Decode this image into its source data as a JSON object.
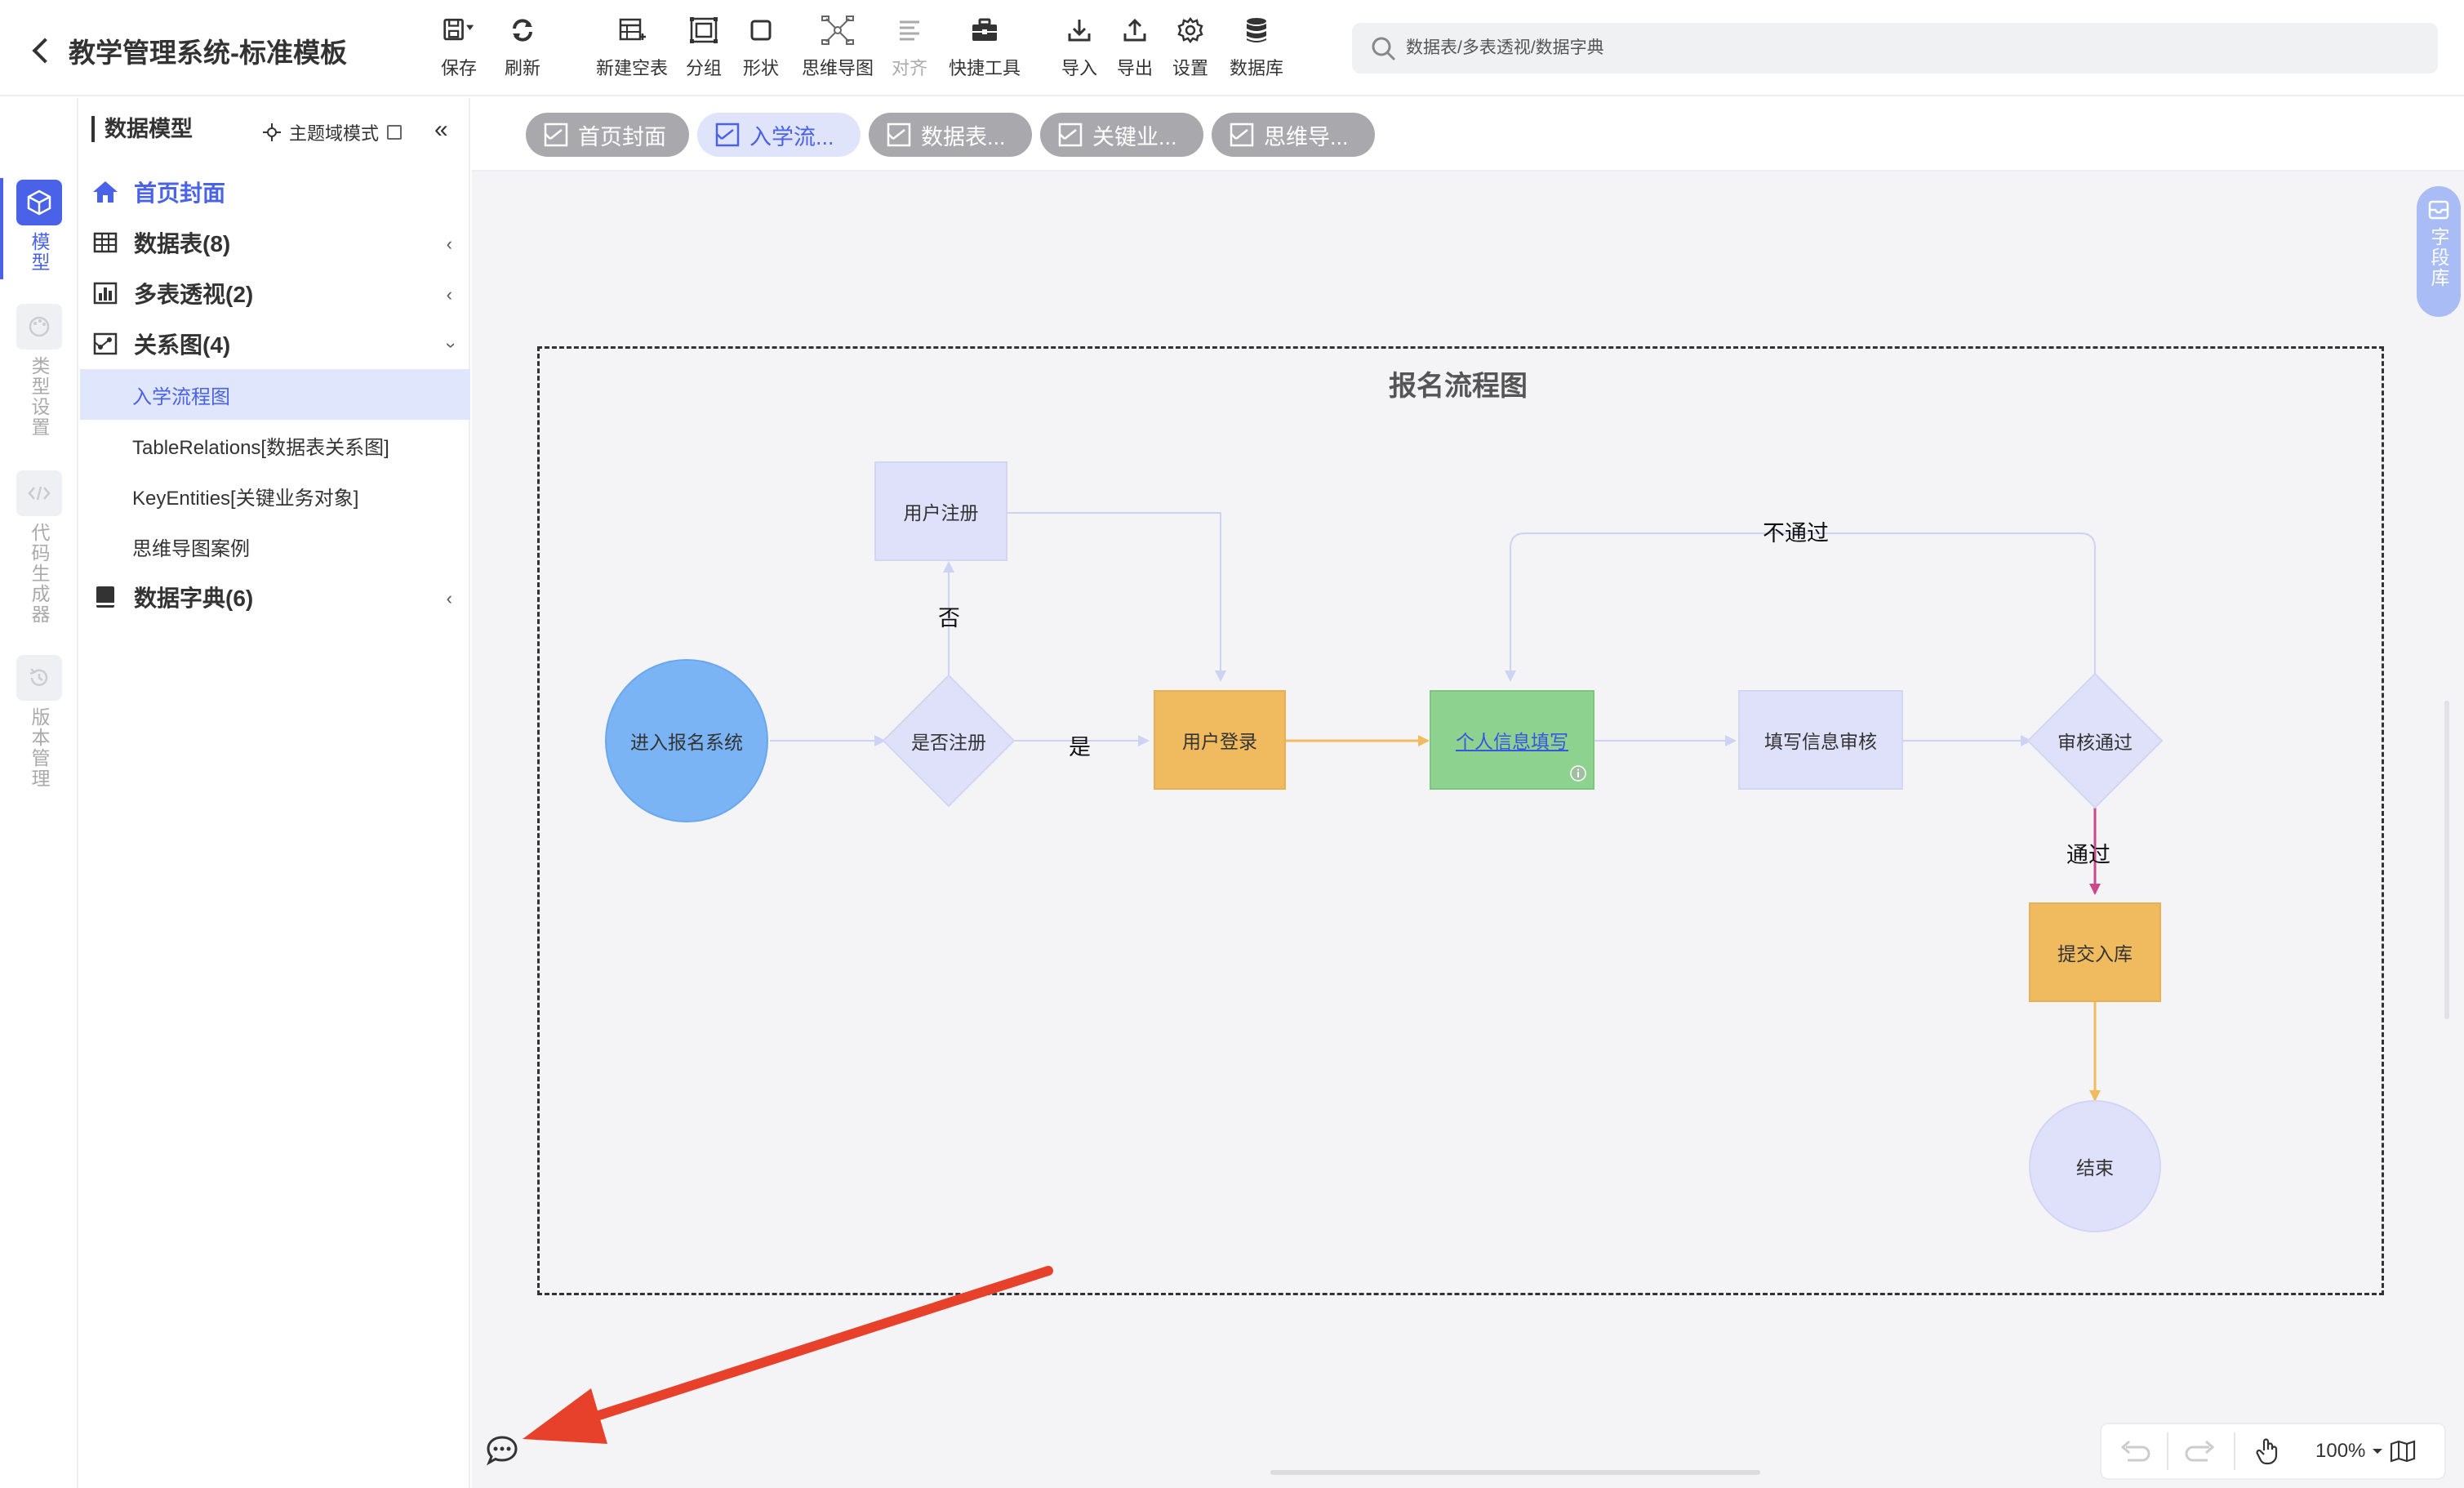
{
  "header": {
    "back_icon": "chevron-left-icon",
    "title": "教学管理系统-标准模板",
    "tools": [
      {
        "name": "save",
        "label": "保存",
        "icon": "save-icon"
      },
      {
        "name": "refresh",
        "label": "刷新",
        "icon": "refresh-icon"
      },
      {
        "name": "new-table",
        "label": "新建空表",
        "icon": "table-add-icon"
      },
      {
        "name": "group",
        "label": "分组",
        "icon": "group-icon"
      },
      {
        "name": "shape",
        "label": "形状",
        "icon": "square-icon"
      },
      {
        "name": "mindmap",
        "label": "思维导图",
        "icon": "mindmap-icon"
      },
      {
        "name": "align",
        "label": "对齐",
        "icon": "align-icon",
        "disabled": true
      },
      {
        "name": "quick-tools",
        "label": "快捷工具",
        "icon": "toolbox-icon"
      },
      {
        "name": "import",
        "label": "导入",
        "icon": "download-icon"
      },
      {
        "name": "export",
        "label": "导出",
        "icon": "upload-icon"
      },
      {
        "name": "settings",
        "label": "设置",
        "icon": "gear-icon"
      },
      {
        "name": "database",
        "label": "数据库",
        "icon": "database-icon"
      }
    ],
    "search_placeholder": "数据表/多表透视/数据字典"
  },
  "rail": {
    "items": [
      {
        "label": "模型",
        "icon": "cube-icon",
        "active": true
      },
      {
        "label": "类型设置",
        "icon": "palette-icon"
      },
      {
        "label": "代码生成器",
        "icon": "code-icon"
      },
      {
        "label": "版本管理",
        "icon": "history-icon"
      }
    ]
  },
  "sidebar": {
    "title": "数据模型",
    "mode_label": "主题域模式",
    "collapse_icon": "double-chevron-left-icon",
    "tree": {
      "home": "首页封面",
      "tables": "数据表(8)",
      "pivot": "多表透视(2)",
      "relations": "关系图(4)",
      "relation_children": [
        "入学流程图",
        "TableRelations[数据表关系图]",
        "KeyEntities[关键业务对象]",
        "思维导图案例"
      ],
      "dictionary": "数据字典(6)"
    }
  },
  "tabs": [
    "首页封面",
    "入学流...",
    "数据表...",
    "关键业...",
    "思维导..."
  ],
  "diagram": {
    "title": "报名流程图",
    "nodes": {
      "start": "进入报名系统",
      "is_registered": "是否注册",
      "register": "用户注册",
      "login": "用户登录",
      "fill_info": "个人信息填写",
      "review_info": "填写信息审核",
      "review_pass": "审核通过",
      "submit": "提交入库",
      "end": "结束"
    },
    "edge_labels": {
      "yes": "是",
      "no": "否",
      "fail": "不通过",
      "pass": "通过"
    },
    "colors": {
      "start": "#7ab4f5",
      "process": "#dfe1fb",
      "login": "#efbb5e",
      "fill": "#8ed28f",
      "edge_default": "#cdd3f3",
      "edge_orange": "#efbb5e",
      "edge_pink": "#c94a8c"
    }
  },
  "field_library": {
    "label": "字段库",
    "icon": "field-library-icon"
  },
  "bottom": {
    "zoom": "100%",
    "undo_icon": "undo-icon",
    "redo_icon": "redo-icon",
    "hand_icon": "hand-icon",
    "map_icon": "map-icon",
    "chat_icon": "chat-icon"
  },
  "annotation": {
    "arrow_color": "#e8412b"
  }
}
